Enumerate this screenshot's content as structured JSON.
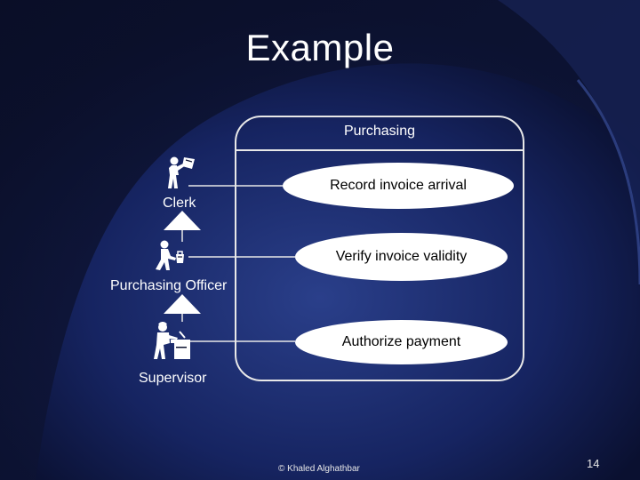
{
  "slide": {
    "title": "Example",
    "footer": "© Khaled Alghathbar",
    "page_number": "14"
  },
  "diagram": {
    "system_name": "Purchasing",
    "actors": [
      {
        "label": "Clerk",
        "icon": "clerk-icon"
      },
      {
        "label": "Purchasing Officer",
        "icon": "purchasing-officer-icon"
      },
      {
        "label": "Supervisor",
        "icon": "supervisor-icon"
      }
    ],
    "use_cases": [
      {
        "label": "Record invoice arrival"
      },
      {
        "label": "Verify invoice validity"
      },
      {
        "label": "Authorize payment"
      }
    ],
    "associations": [
      {
        "actor": "Clerk",
        "use_case": "Record invoice arrival"
      },
      {
        "actor": "Purchasing Officer",
        "use_case": "Verify invoice validity"
      },
      {
        "actor": "Supervisor",
        "use_case": "Authorize payment"
      }
    ],
    "generalizations": [
      {
        "child": "Purchasing Officer",
        "parent": "Clerk"
      },
      {
        "child": "Supervisor",
        "parent": "Purchasing Officer"
      }
    ]
  },
  "colors": {
    "background_dark": "#0d1330",
    "background_accent": "#2a3f8a",
    "line": "#e8e8e8",
    "use_case_fill": "#ffffff"
  }
}
